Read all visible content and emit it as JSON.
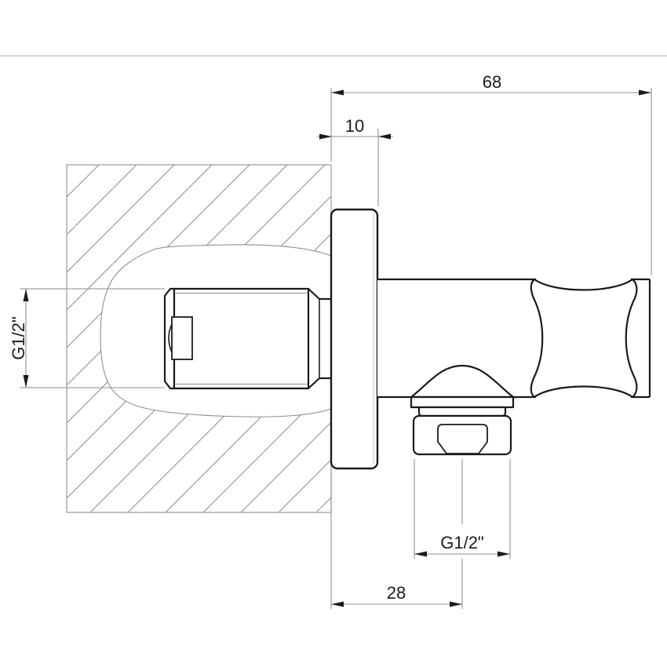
{
  "drawing": {
    "kind": "technical-dimension-drawing",
    "subject": "wall-mounted shower outlet elbow with hand-shower holder, sectioned wall",
    "dimensions": {
      "top_width": "68",
      "plate_depth": "10",
      "inlet_thread": "G1/2\"",
      "outlet_thread": "G1/2\"",
      "outlet_offset": "28"
    },
    "colors": {
      "outline": "#1b1b1b",
      "thin": "#8f8f8f",
      "separator": "#c8c8c8",
      "background": "#ffffff"
    }
  }
}
